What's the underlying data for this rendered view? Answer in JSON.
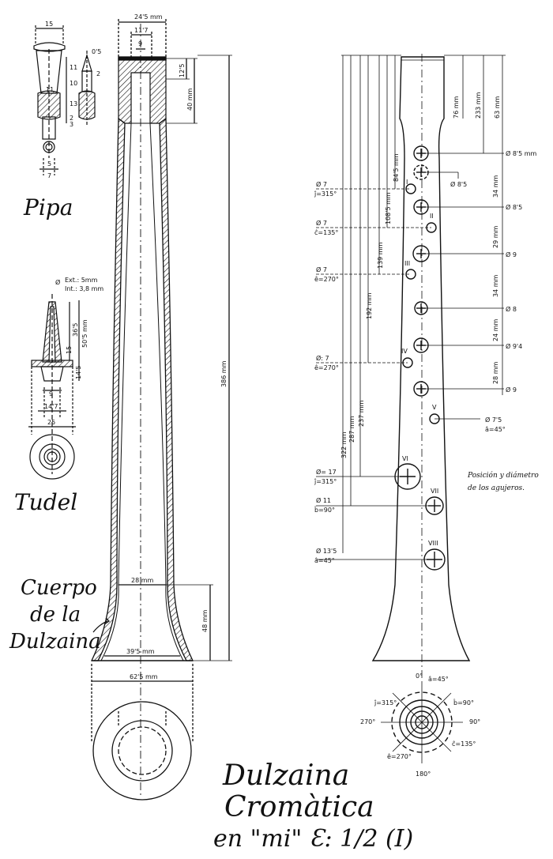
{
  "labels": {
    "pipa": "Pipa",
    "tudel": "Tudel",
    "cuerpo_line1": "Cuerpo",
    "cuerpo_line2": "de la",
    "cuerpo_line3": "Dulzaina",
    "note_line1": "Posición y diámetro",
    "note_line2": "de los agujeros."
  },
  "title": {
    "line1": "Dulzaina",
    "line2": "Cromàtica",
    "line3": "en \"mi\" Ɛ: 1/2 (I)"
  },
  "pipa_dims": {
    "width_top": "15",
    "tip": "0'5",
    "tip2": "2",
    "h1": "11",
    "h2": "10",
    "h3": "11",
    "h4": "13",
    "h5": "2",
    "h6": "3",
    "w_bottom": "5",
    "w_bottom2": "7",
    "e_int": "Ext.: 5mm",
    "i_int": "Int.: 3,8 mm"
  },
  "tudel_dims": {
    "d36": "36'5",
    "d505": "50'5 mm",
    "d15": "15",
    "d145": "14'5",
    "d9": "9",
    "d147": "14'7",
    "d25": "25",
    "phi": "Ø"
  },
  "body_dims": {
    "top_outer": "24'5 mm",
    "top_mid": "11'7",
    "top_inner": "9",
    "d125": "12'5",
    "d40": "40 mm",
    "length": "386 mm",
    "bottom_inner": "28 mm",
    "bottom_h": "48 mm",
    "bottom_bore": "39'5 mm",
    "bottom_outer": "62'5 mm"
  },
  "right_dims": {
    "d76": "76 mm",
    "d233": "233 mm",
    "d63": "63 mm",
    "d34a": "34 mm",
    "d29": "29 mm",
    "d34b": "34 mm",
    "d24": "24 mm",
    "d28": "28 mm",
    "v845": "84'5 mm",
    "v1085": "108'5 mm",
    "v139": "139 mm",
    "v192": "192 mm",
    "v237": "237 mm",
    "v287": "287 mm",
    "v322": "322 mm"
  },
  "front_holes": [
    {
      "d": "Ø 8'5 mm"
    },
    {
      "d": "Ø 8'5"
    },
    {
      "d": "Ø 8'5"
    },
    {
      "d": "Ø 9"
    },
    {
      "d": "Ø 8"
    },
    {
      "d": "Ø 9'4"
    },
    {
      "d": "Ø 9"
    }
  ],
  "side_holes": [
    {
      "num": "I",
      "d": "Ø 7",
      "a": "ĵ=315°"
    },
    {
      "num": "II",
      "d": "Ø 7",
      "a": "ĉ=135°"
    },
    {
      "num": "III",
      "d": "Ø 7",
      "a": "ê=270°"
    },
    {
      "num": "IV",
      "d": "Ø: 7",
      "a": "ê=270°"
    },
    {
      "num": "V",
      "d": "Ø 7'5",
      "a": "â=45°"
    },
    {
      "num": "VI",
      "d": "Ø= 17",
      "a": "ĵ=315°"
    },
    {
      "num": "VII",
      "d": "Ø 11",
      "a": "b̂=90°"
    },
    {
      "num": "VIII",
      "d": "Ø 13'5",
      "a": "â=45°"
    }
  ],
  "compass": {
    "n": "0°",
    "a": "â=45°",
    "b": "b̂=90°",
    "e": "90°",
    "c": "ĉ=135°",
    "s": "180°",
    "ee": "ê=270°",
    "w": "270°",
    "j": "ĵ=315°"
  }
}
